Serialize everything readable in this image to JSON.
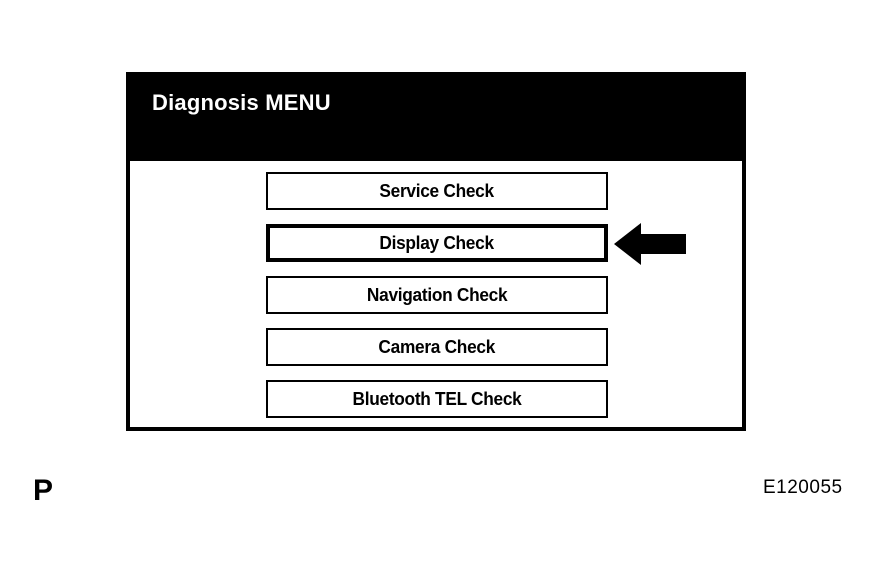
{
  "figure": {
    "marker": "P",
    "code": "E120055",
    "background_color": "#ffffff"
  },
  "screen": {
    "header": {
      "title": "Diagnosis MENU",
      "background_color": "#000000",
      "text_color": "#ffffff"
    },
    "body": {
      "background_color": "#ffffff",
      "border_color": "#000000"
    },
    "menu_items": [
      {
        "label": "Service Check",
        "selected": false
      },
      {
        "label": "Display Check",
        "selected": true
      },
      {
        "label": "Navigation Check",
        "selected": false
      },
      {
        "label": "Camera Check",
        "selected": false
      },
      {
        "label": "Bluetooth TEL Check",
        "selected": false
      }
    ],
    "pointer": {
      "icon": "arrow-left-icon",
      "points_to": "Display Check",
      "color": "#000000"
    }
  }
}
